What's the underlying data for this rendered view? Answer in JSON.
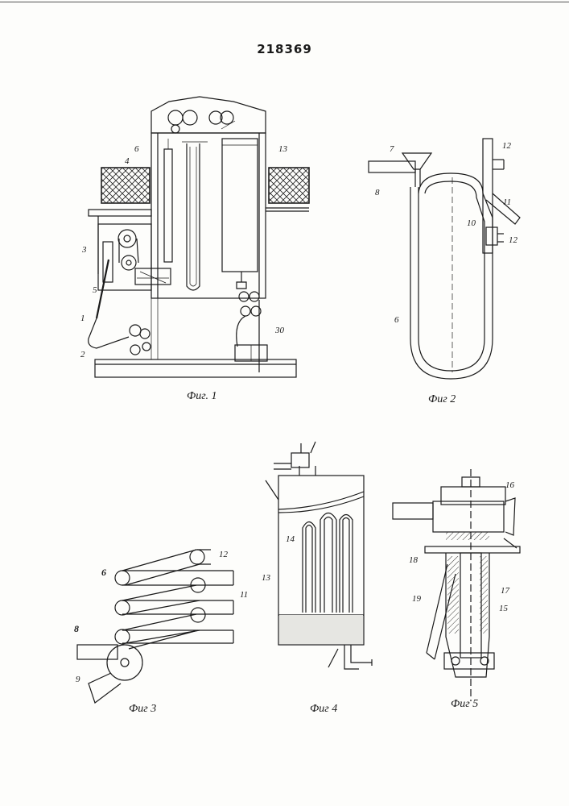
{
  "patent_number": "218369",
  "figures": [
    {
      "caption": "Фиг. 1",
      "labels": [
        "1",
        "2",
        "3",
        "4",
        "5",
        "6",
        "13",
        "30"
      ]
    },
    {
      "caption": "Фиг 2",
      "labels": [
        "6",
        "7",
        "8",
        "10",
        "11",
        "12",
        "12"
      ]
    },
    {
      "caption": "Фиг 3",
      "labels": [
        "6",
        "8",
        "9",
        "11",
        "12"
      ]
    },
    {
      "caption": "Фиг 4",
      "labels": [
        "13",
        "14"
      ]
    },
    {
      "caption": "Фиг 5",
      "labels": [
        "15",
        "16",
        "17",
        "18",
        "19"
      ]
    }
  ]
}
